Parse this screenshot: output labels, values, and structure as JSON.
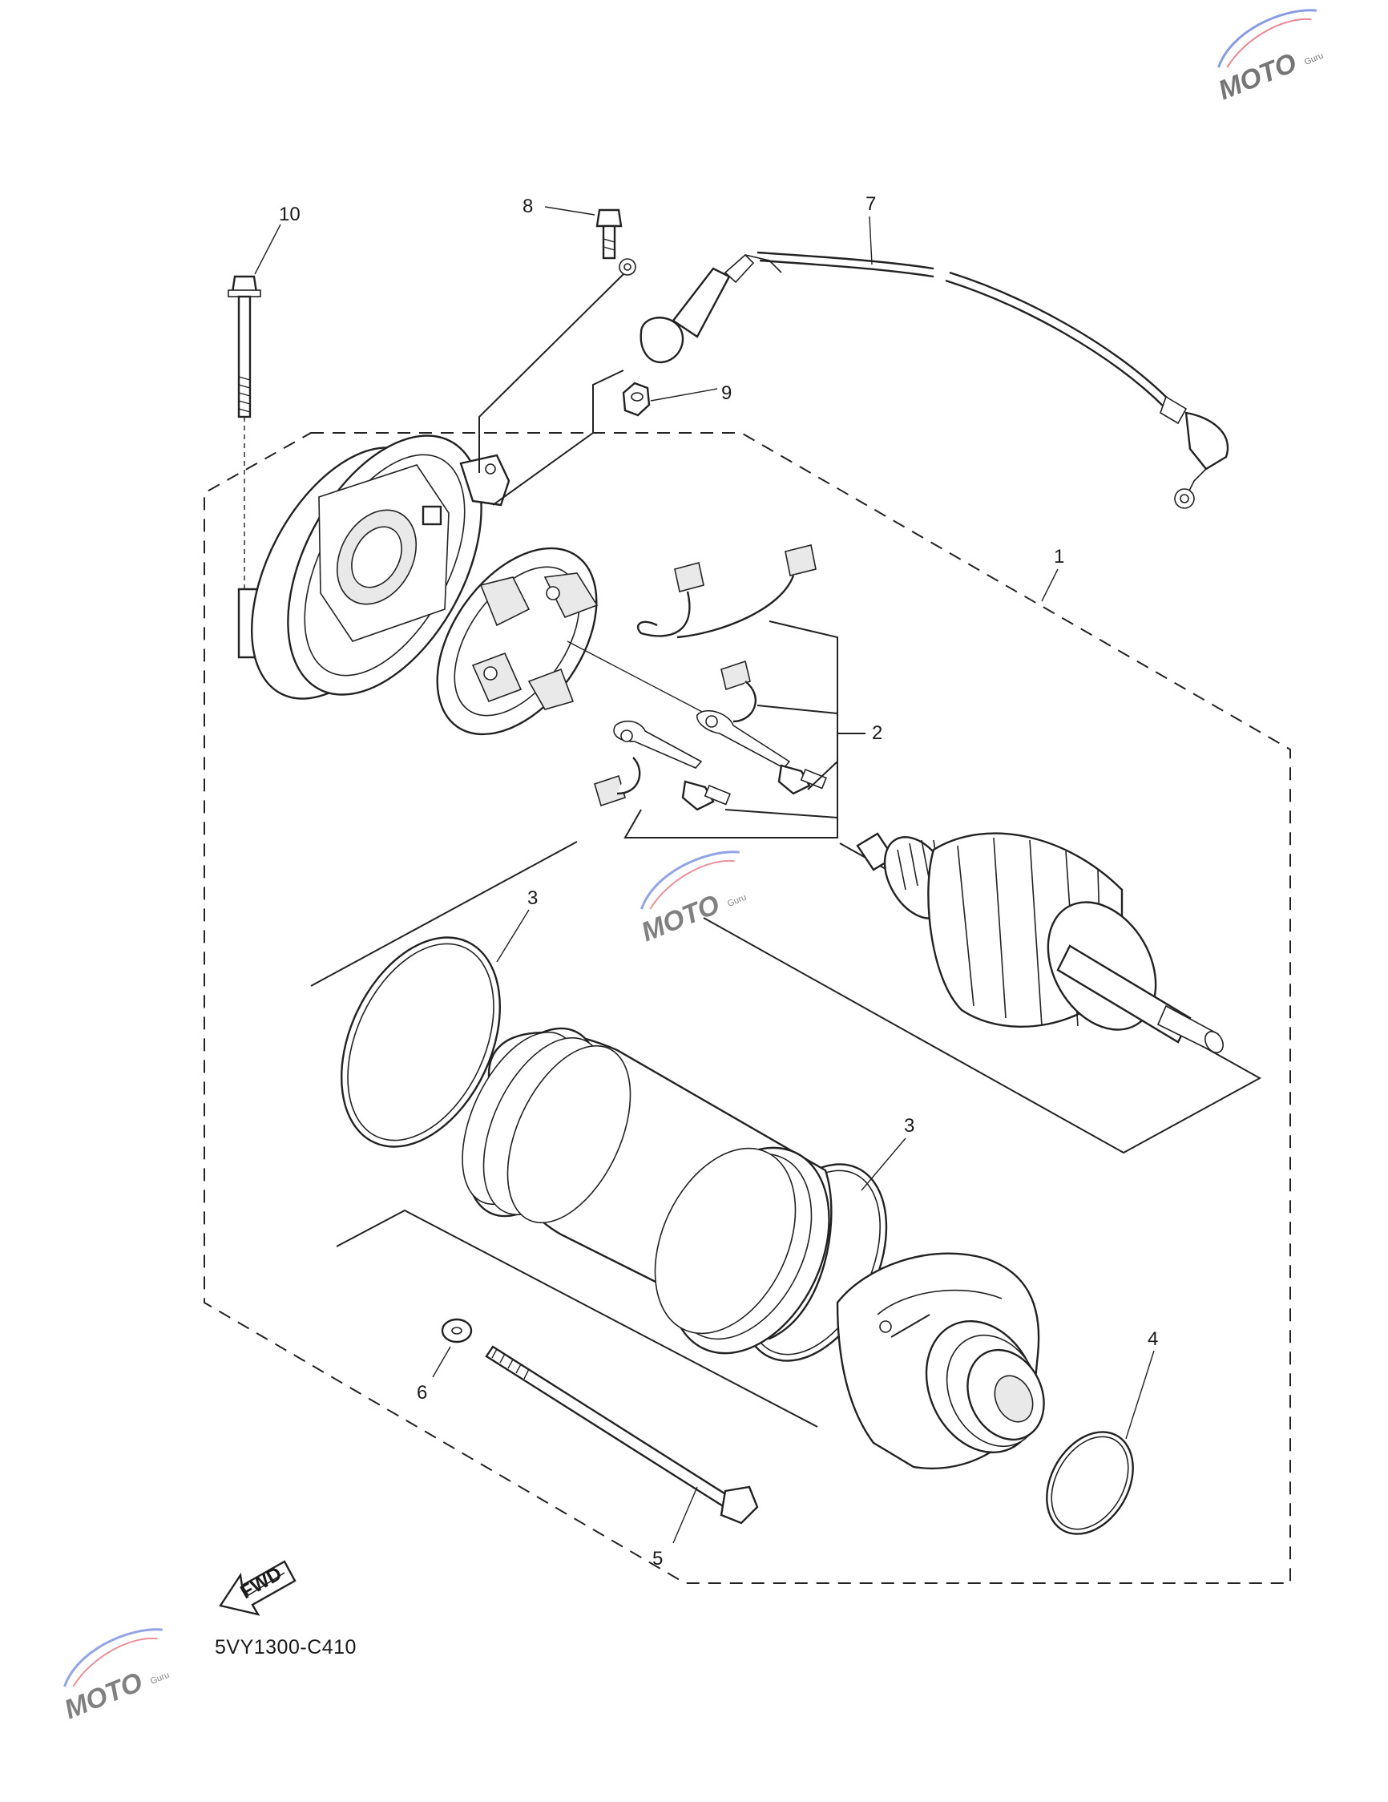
{
  "diagram": {
    "code": "5VY1300-C410",
    "fwd": "FWD",
    "labels": {
      "l1": "1",
      "l2": "2",
      "l3a": "3",
      "l3b": "3",
      "l4": "4",
      "l5": "5",
      "l6": "6",
      "l7": "7",
      "l8": "8",
      "l9": "9",
      "l10": "10"
    }
  },
  "watermark": {
    "mark": "MOTO",
    "sub": "Guru",
    "colors": {
      "red": "#d9374a",
      "blue": "#3b5bd1",
      "gray": "#8a8a8a"
    }
  }
}
